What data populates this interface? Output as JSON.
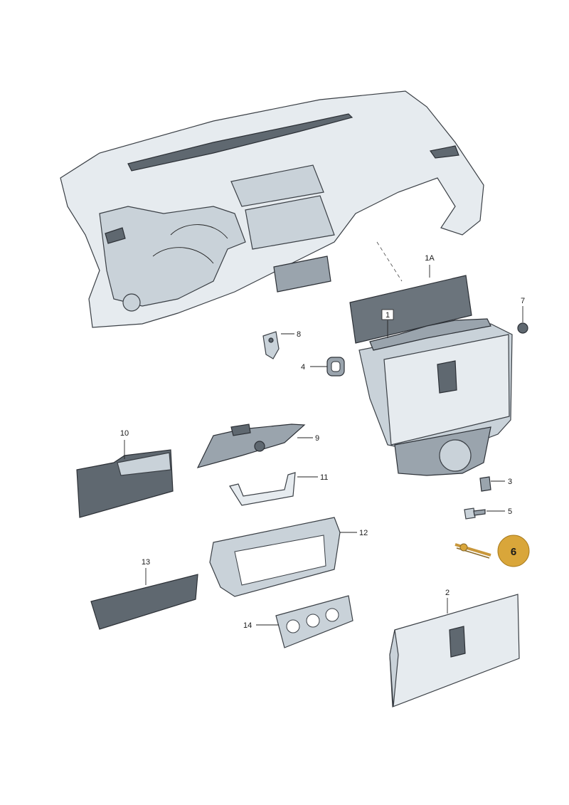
{
  "callouts": {
    "c1": "1",
    "c1A": "1A",
    "c2": "2",
    "c3": "3",
    "c4": "4",
    "c5": "5",
    "c6": "6",
    "c7": "7",
    "c8": "8",
    "c9": "9",
    "c10": "10",
    "c11": "11",
    "c12": "12",
    "c13": "13",
    "c14": "14"
  },
  "colors": {
    "highlight": "#d9a63a",
    "part_fill": "#c9d2d9",
    "part_dark": "#5f6870"
  }
}
